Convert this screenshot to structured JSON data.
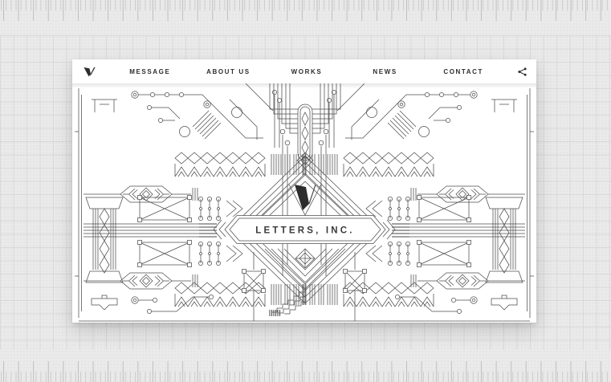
{
  "window": {
    "description": "Letters, Inc. landing page mockup pinned on gray grid paper with rulers"
  },
  "nav": {
    "logo_mark": "V",
    "items": [
      {
        "label": "MESSAGE"
      },
      {
        "label": "ABOUT US"
      },
      {
        "label": "WORKS"
      },
      {
        "label": "NEWS"
      },
      {
        "label": "CONTACT"
      }
    ],
    "share_icon": "share"
  },
  "hero": {
    "brand": "LETTERS, INC.",
    "logo_mark": "V"
  },
  "colors": {
    "canvas_bg": "#eaeaea",
    "grid_line": "#d9d9d9",
    "ruler_tick": "#bfbfbf",
    "card_bg": "#ffffff",
    "line_art": "#4f4f4f",
    "text": "#2e2e2e",
    "logo_fill": "#2d2d2d"
  }
}
